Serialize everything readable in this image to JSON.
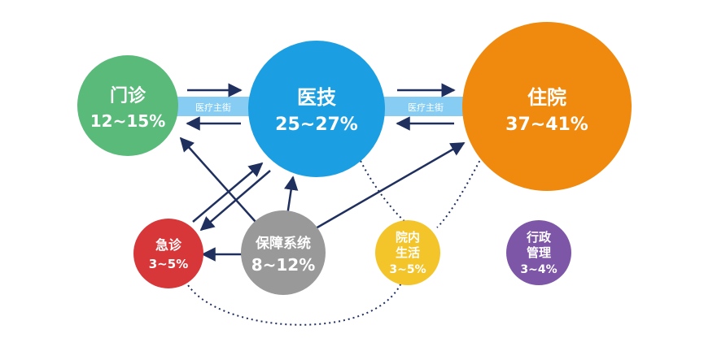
{
  "corridor_label": "医疗主街",
  "nodes": {
    "outpatient": {
      "lines": [
        "门诊",
        "12~15%"
      ],
      "color": "#5aba7a"
    },
    "medtech": {
      "lines": [
        "医技",
        "25~27%"
      ],
      "color": "#1c9fe2"
    },
    "inpatient": {
      "lines": [
        "住院",
        "37~41%"
      ],
      "color": "#ef8a0e"
    },
    "emergency": {
      "lines": [
        "急诊",
        "3~5%"
      ],
      "color": "#d8373a"
    },
    "support": {
      "lines": [
        "保障系统",
        "8~12%"
      ],
      "color": "#999999"
    },
    "living": {
      "lines": [
        "院内",
        "生活",
        "3~5%"
      ],
      "color": "#f3c52a"
    },
    "admin": {
      "lines": [
        "行政",
        "管理",
        "3~4%"
      ],
      "color": "#7e56a8"
    }
  },
  "colors": {
    "arrow": "#1f2f5e",
    "corridor": "#87cdf3",
    "corridor_text": "#ffffff",
    "dotted": "#1f2f5e",
    "node_text": "#ffffff"
  }
}
